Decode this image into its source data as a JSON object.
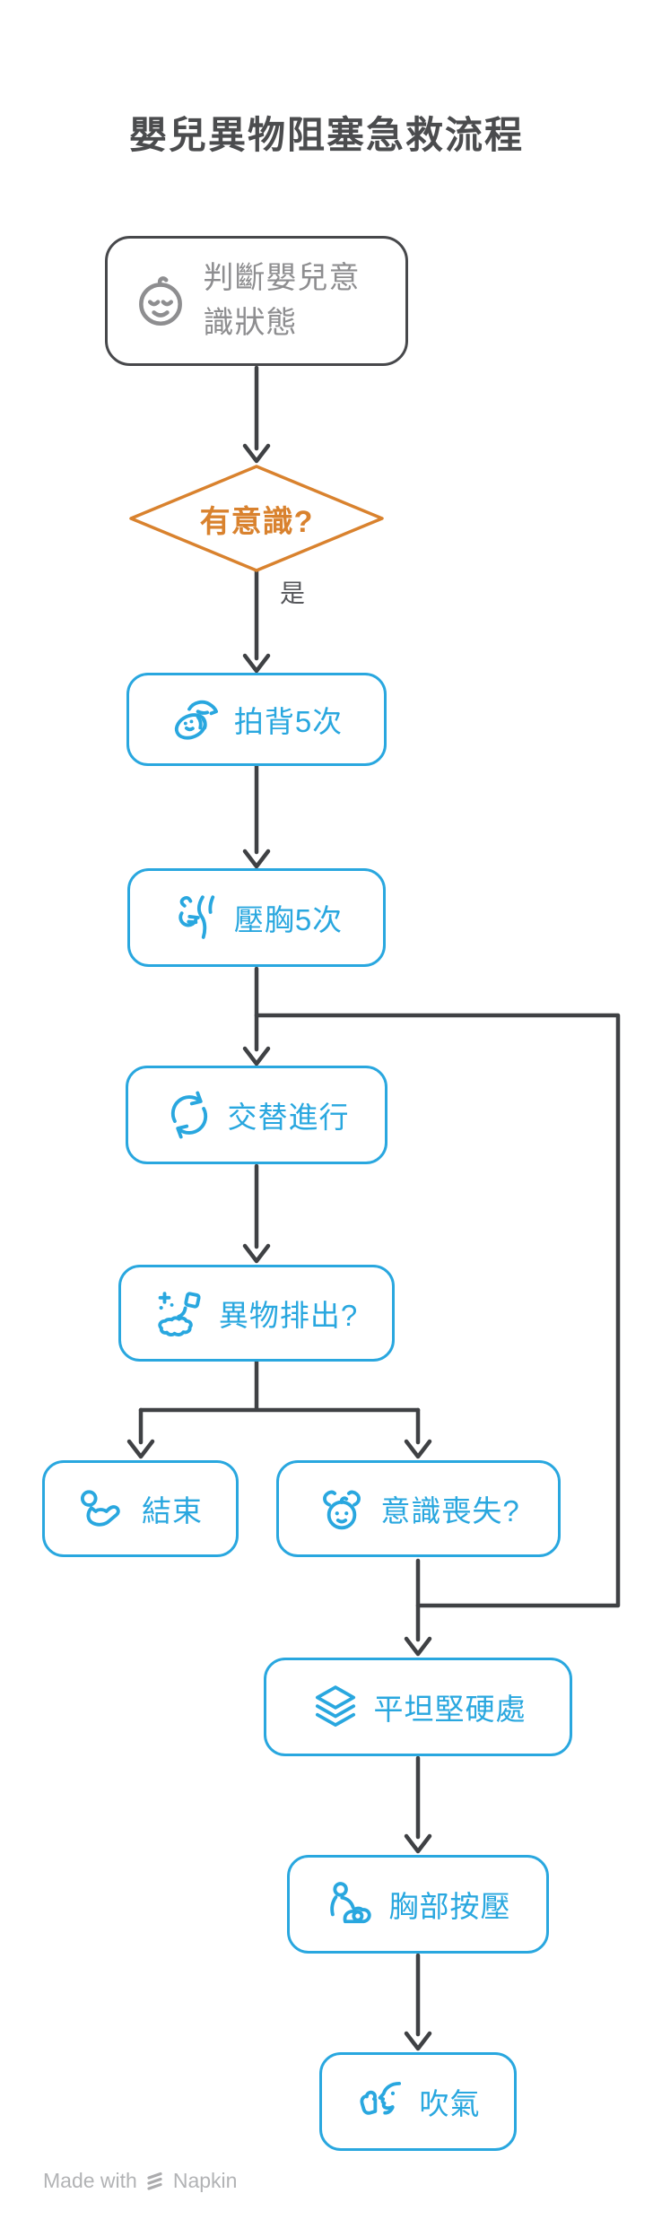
{
  "page": {
    "title": "嬰兒異物阻塞急救流程",
    "footer": {
      "made_with": "Made with",
      "brand": "Napkin"
    }
  },
  "colors": {
    "blue": "#29A7DF",
    "orange": "#D9822E",
    "line": "#3F4144",
    "start-border": "#47484B",
    "start-text": "#8E8E90",
    "title-color": "#4B4C4E",
    "label-color": "#55565A",
    "footer-color": "#B2B3B5"
  },
  "flow": {
    "nodes": [
      {
        "id": "assess",
        "type": "start",
        "icon": "baby-face-icon",
        "label": "判斷嬰兒意識狀態"
      },
      {
        "id": "conscious",
        "type": "decision",
        "label": "有意識?"
      },
      {
        "id": "back-blows",
        "type": "process",
        "icon": "back-blow-icon",
        "label": "拍背5次"
      },
      {
        "id": "chest-thrusts",
        "type": "process",
        "icon": "chest-thrust-icon",
        "label": "壓胸5次"
      },
      {
        "id": "alternate",
        "type": "process",
        "icon": "cycle-icon",
        "label": "交替進行"
      },
      {
        "id": "expelled",
        "type": "process",
        "icon": "object-expelled-icon",
        "label": "異物排出?"
      },
      {
        "id": "end",
        "type": "process",
        "icon": "relaxed-baby-icon",
        "label": "結束"
      },
      {
        "id": "unconscious",
        "type": "process",
        "icon": "unconscious-baby-icon",
        "label": "意識喪失?"
      },
      {
        "id": "flat-surface",
        "type": "process",
        "icon": "layers-icon",
        "label": "平坦堅硬處"
      },
      {
        "id": "chest-compressions",
        "type": "process",
        "icon": "cpr-icon",
        "label": "胸部按壓"
      },
      {
        "id": "breaths",
        "type": "process",
        "icon": "blow-icon",
        "label": "吹氣"
      }
    ],
    "edge_labels": {
      "yes": "是"
    }
  }
}
